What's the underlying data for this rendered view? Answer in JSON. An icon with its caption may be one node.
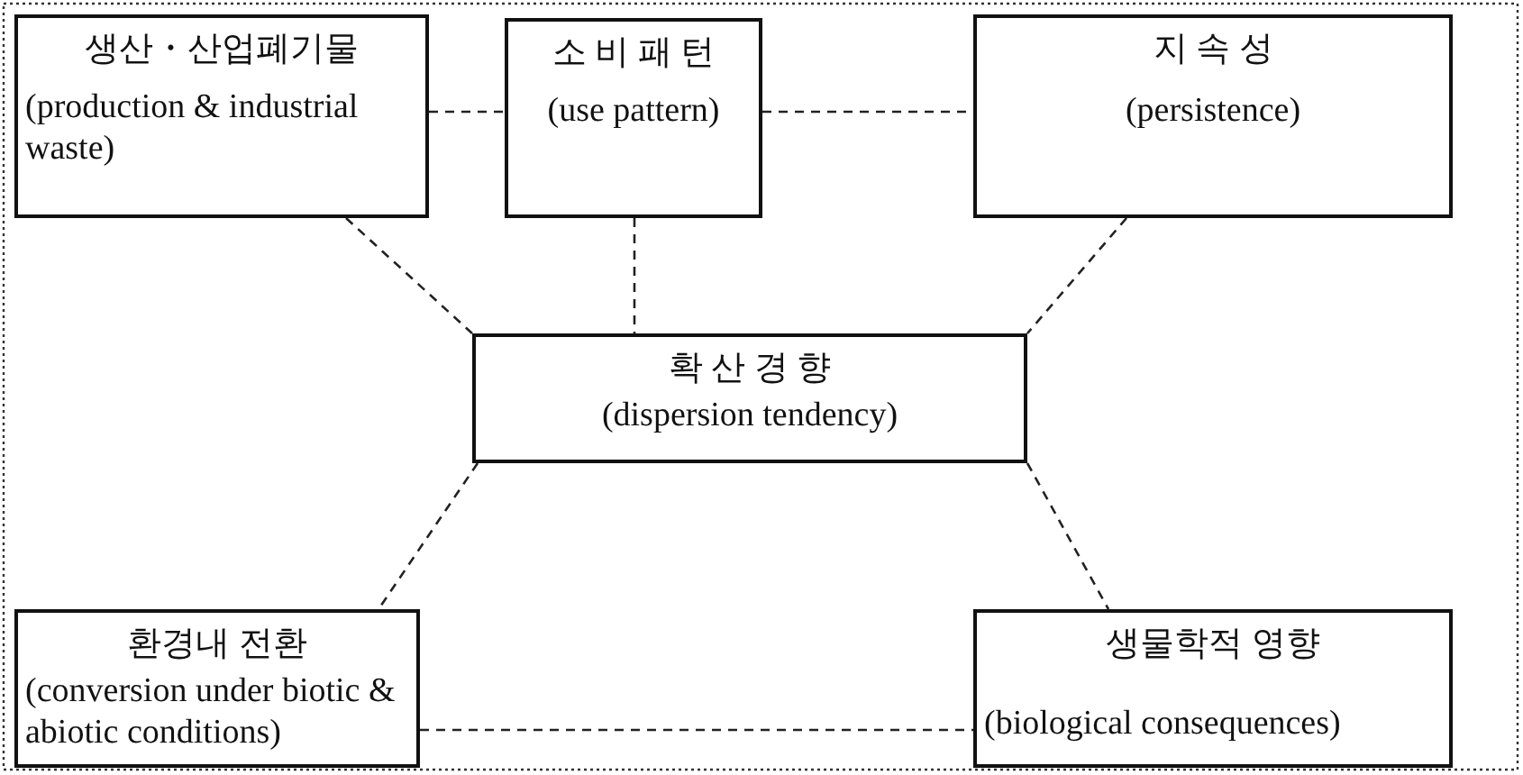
{
  "diagram": {
    "nodes": [
      {
        "text": [
          "생산・산업폐기물",
          "(production & industrial waste)"
        ]
      },
      {
        "text": [
          "소 비 패 턴",
          "(use pattern)"
        ]
      },
      {
        "text": [
          "지 속 성",
          "(persistence)"
        ]
      },
      {
        "text": [
          "확 산 경 향",
          "(dispersion tendency)"
        ]
      },
      {
        "text": [
          "환경내 전환",
          "(conversion under biotic & abiotic conditions)"
        ]
      },
      {
        "text": [
          "생물학적 영향",
          "(biological consequences)"
        ]
      }
    ],
    "edges": [
      {
        "from": 0,
        "to": 1,
        "arrow": "none",
        "style": "dashed"
      },
      {
        "from": 1,
        "to": 2,
        "arrow": "none",
        "style": "dashed"
      },
      {
        "from": 1,
        "to": 3,
        "arrow": "none",
        "style": "dashed"
      },
      {
        "from": 0,
        "to": 3,
        "arrow": "none",
        "style": "dashed"
      },
      {
        "from": 2,
        "to": 3,
        "arrow": "none",
        "style": "dashed"
      },
      {
        "from": 3,
        "to": 4,
        "arrow": "none",
        "style": "dashed"
      },
      {
        "from": 3,
        "to": 5,
        "arrow": "none",
        "style": "dashed"
      },
      {
        "from": 4,
        "to": 5,
        "arrow": "none",
        "style": "dashed"
      }
    ]
  }
}
